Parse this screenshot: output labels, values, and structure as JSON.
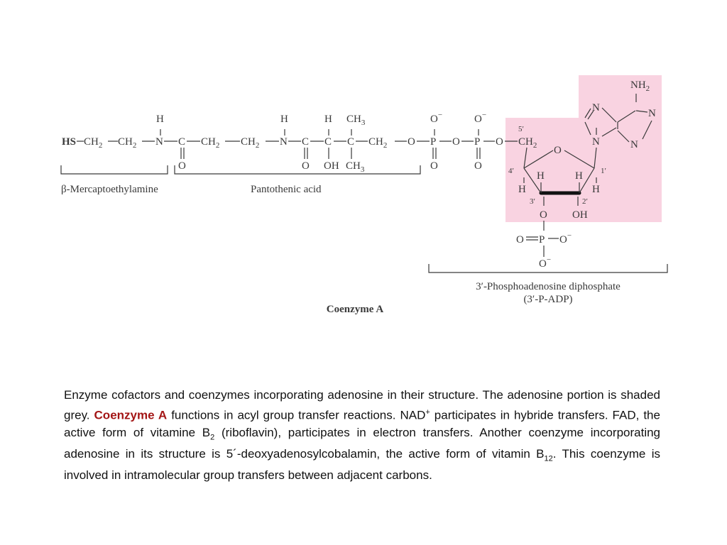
{
  "colors": {
    "shade": "#f9d3e1",
    "highlight": "#a31515",
    "ink": "#3a3a3a"
  },
  "chain": {
    "hs": "HS",
    "ch2": "CH",
    "sub2": "2",
    "n": "N",
    "c": "C",
    "h": "H",
    "o": "O",
    "oh": "OH",
    "ch3": "CH",
    "sub3": "3",
    "p": "P",
    "o_minus": "O",
    "minus": "−"
  },
  "adenine": {
    "nh2": "NH",
    "sub2": "2",
    "n": "N"
  },
  "ribose": {
    "c5": "5′",
    "c4": "4′",
    "c3": "3′",
    "c2": "2′",
    "c1": "1′",
    "o": "O",
    "h": "H",
    "oh": "OH",
    "ch2": "CH",
    "sub2": "2"
  },
  "phosphate": {
    "o": "O",
    "p": "P",
    "o_minus": "O",
    "minus": "−"
  },
  "labels": {
    "mercapto": "β-Mercaptoethylamine",
    "pantothenic": "Pantothenic acid",
    "padp_line1": "3′-Phosphoadenosine diphosphate",
    "padp_line2": "(3′-P-ADP)",
    "title": "Coenzyme A"
  },
  "caption": {
    "p1": "Enzyme cofactors and coenzymes incorporating adenosine in their structure. The adenosine portion is shaded grey. ",
    "highlight": "Coenzyme A",
    "p2": " functions in acyl group transfer reactions. NAD",
    "sup_plus": "+",
    "p3": " participates in hybride transfers. FAD, the active form of vitamine B",
    "sub_b2": "2",
    "p4": " (riboflavin), participates in electron transfers. Another coenzyme incorporating adenosine in its structure is 5´-deoxyadenosylcobalamin, the active form of vitamin B",
    "sub_b12": "12",
    "p5": ". This coenzyme is involved in intramolecular group transfers between adjacent carbons."
  }
}
